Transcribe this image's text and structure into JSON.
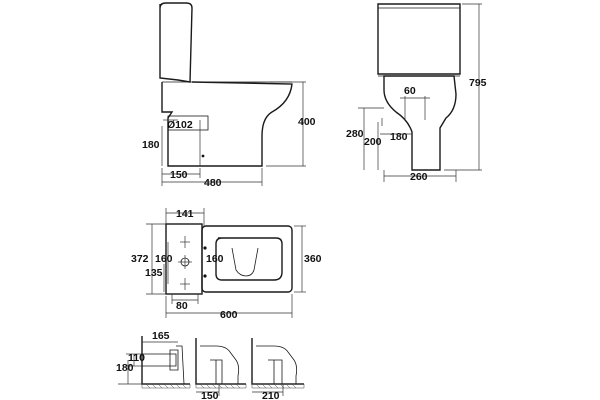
{
  "views": {
    "side": {
      "dims": {
        "pipe_dia": "Ø102",
        "waste_height": "180",
        "waste_offset": "150",
        "depth": "480",
        "pan_height": "400"
      }
    },
    "front": {
      "dims": {
        "total_height": "795",
        "inlet_spacing": "60",
        "inlet_height": "280",
        "inlet_lower": "200",
        "inlet_width": "180",
        "base_width": "260"
      }
    },
    "plan": {
      "dims": {
        "inlet_offset": "141",
        "overall_width": "372",
        "fix_left": "160",
        "fix_right": "160",
        "fix_height": "135",
        "width": "360",
        "rear_gap": "80",
        "length": "600"
      }
    },
    "connections": {
      "dims": {
        "pipe_height": "165",
        "pipe_level": "110",
        "floor_height": "180",
        "s_trap": "150",
        "p_trap": "210"
      }
    }
  }
}
